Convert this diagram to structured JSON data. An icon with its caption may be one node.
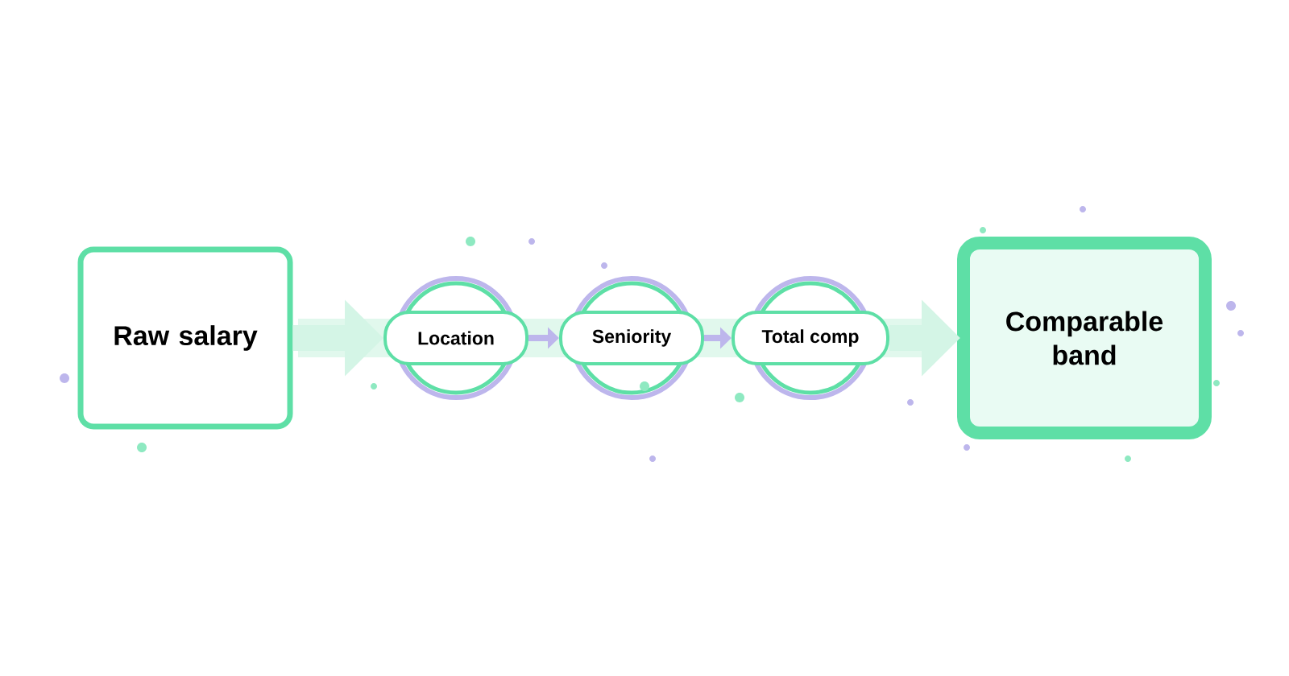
{
  "diagram": {
    "nodes": [
      {
        "text": [
          "Raw salary"
        ]
      },
      {
        "text": [
          "Location"
        ]
      },
      {
        "text": [
          "Seniority"
        ]
      },
      {
        "text": [
          "Total comp"
        ]
      },
      {
        "text": [
          "Comparable band"
        ]
      }
    ],
    "edges": [
      {
        "from": 0,
        "to": 1,
        "arrow": "to",
        "style": "thick"
      },
      {
        "from": 1,
        "to": 2,
        "arrow": "to"
      },
      {
        "from": 2,
        "to": 3,
        "arrow": "to"
      },
      {
        "from": 3,
        "to": 4,
        "arrow": "to",
        "style": "thick"
      }
    ]
  }
}
